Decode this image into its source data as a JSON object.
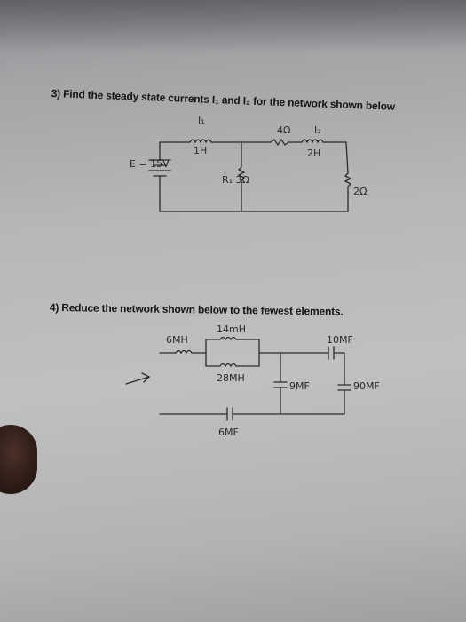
{
  "question3": {
    "text": "3) Find the steady state currents I₁ and I₂ for the network shown below"
  },
  "question4": {
    "text": "4) Reduce the network shown below to the fewest elements."
  },
  "circuit3_labels": {
    "i1": "I₁",
    "inductor1": "1H",
    "r_top": "4Ω",
    "i2": "I₂",
    "inductor2": "2H",
    "source": "E = 15V",
    "r1": "R₁ 3Ω",
    "r_right": "2Ω"
  },
  "circuit4_labels": {
    "l1": "6MH",
    "l_top": "14mH",
    "l_mid": "28MH",
    "c_top": "10MF",
    "c_mid": "9MF",
    "c_right": "90MF",
    "c_bottom": "6MF"
  }
}
